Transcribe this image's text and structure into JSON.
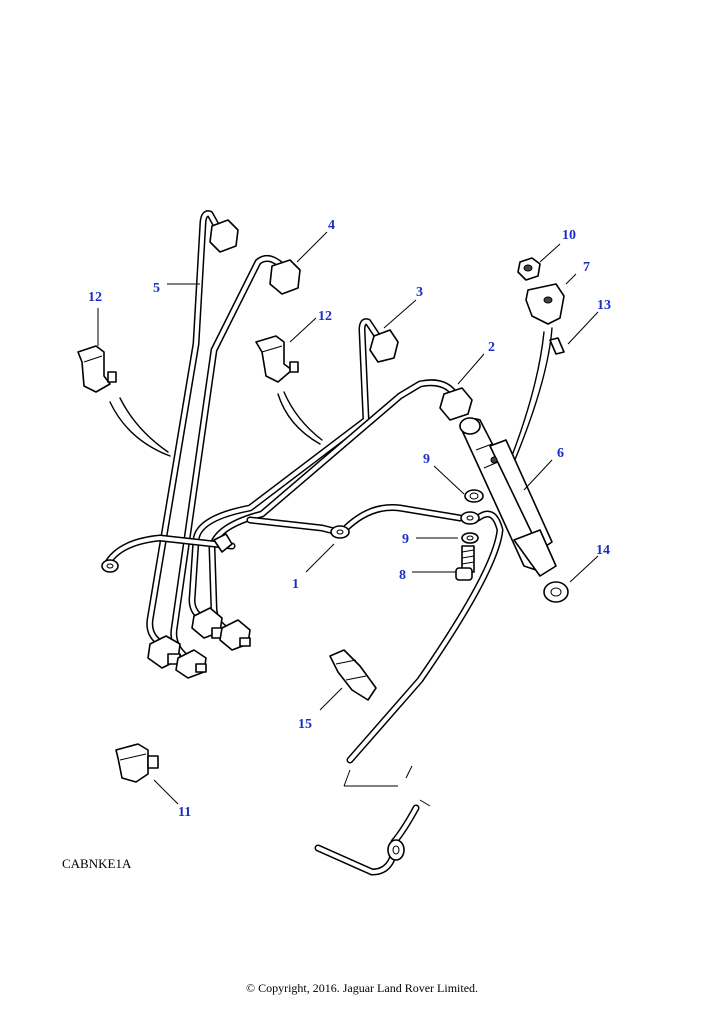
{
  "diagram": {
    "drawing_code": "CABNKE1A",
    "copyright": "© Copyright, 2016. Jaguar Land Rover Limited.",
    "callouts": [
      {
        "id": "c1",
        "label": "1"
      },
      {
        "id": "c2",
        "label": "2"
      },
      {
        "id": "c3",
        "label": "3"
      },
      {
        "id": "c4",
        "label": "4"
      },
      {
        "id": "c5",
        "label": "5"
      },
      {
        "id": "c6",
        "label": "6"
      },
      {
        "id": "c7",
        "label": "7"
      },
      {
        "id": "c8",
        "label": "8"
      },
      {
        "id": "c9a",
        "label": "9"
      },
      {
        "id": "c9b",
        "label": "9"
      },
      {
        "id": "c10",
        "label": "10"
      },
      {
        "id": "c11",
        "label": "11"
      },
      {
        "id": "c12a",
        "label": "12"
      },
      {
        "id": "c12b",
        "label": "12"
      },
      {
        "id": "c13",
        "label": "13"
      },
      {
        "id": "c14",
        "label": "14"
      },
      {
        "id": "c15",
        "label": "15"
      }
    ],
    "colors": {
      "callout_text": "#1a2fc8",
      "line": "#000000",
      "background": "#ffffff"
    }
  }
}
